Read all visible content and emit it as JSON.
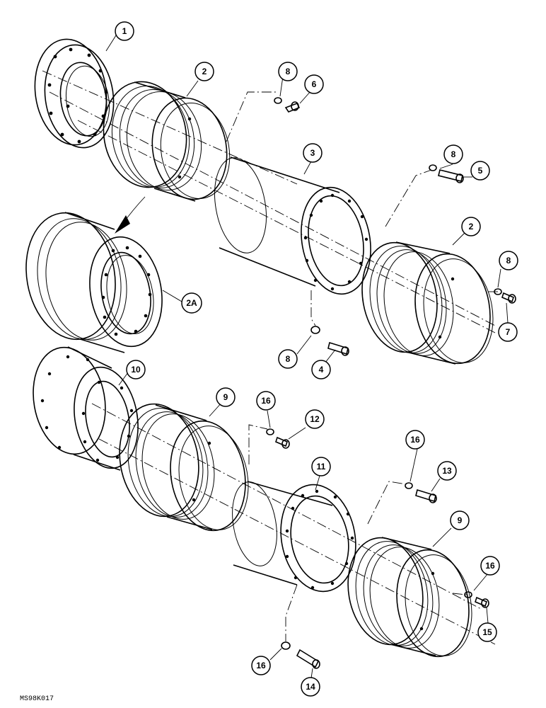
{
  "callouts": {
    "c1": "1",
    "c2a": "2",
    "c2b": "2",
    "c2A": "2A",
    "c3": "3",
    "c4": "4",
    "c5": "5",
    "c6": "6",
    "c7": "7",
    "c8a": "8",
    "c8b": "8",
    "c8c": "8",
    "c8d": "8",
    "c9a": "9",
    "c9b": "9",
    "c10": "10",
    "c11": "11",
    "c12": "12",
    "c13": "13",
    "c14": "14",
    "c15": "15",
    "c16a": "16",
    "c16b": "16",
    "c16c": "16",
    "c16d": "16"
  },
  "figure_code": "MS98K017"
}
